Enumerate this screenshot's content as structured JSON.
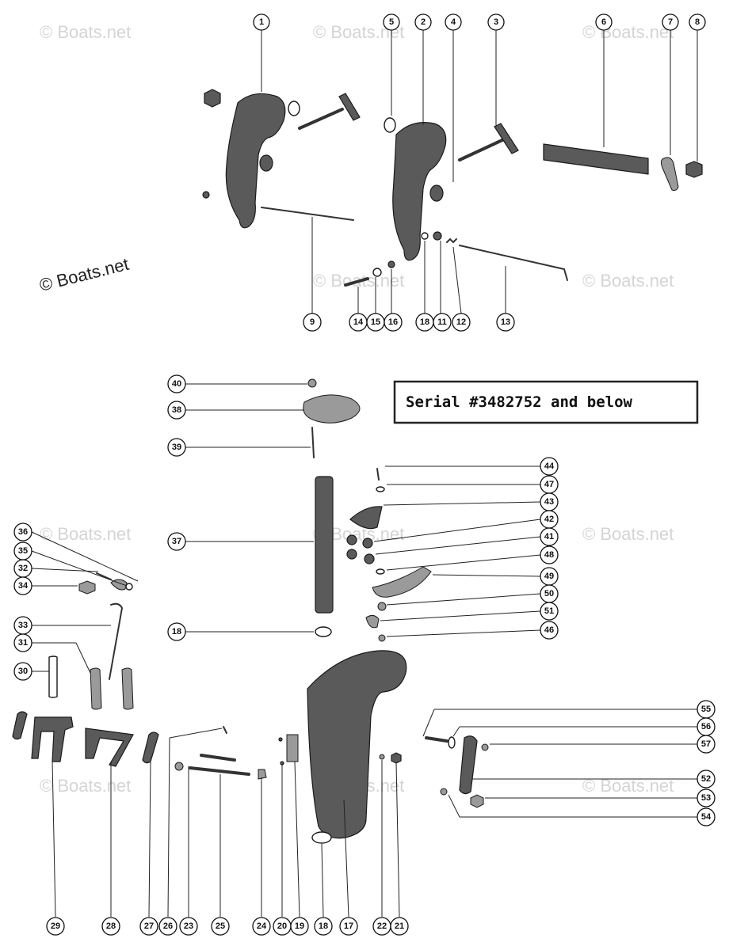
{
  "watermark": "© Boats.net",
  "serial_note": "Serial #3482752 and below",
  "callouts": [
    {
      "n": "1"
    },
    {
      "n": "2"
    },
    {
      "n": "3"
    },
    {
      "n": "4"
    },
    {
      "n": "5"
    },
    {
      "n": "6"
    },
    {
      "n": "7"
    },
    {
      "n": "8"
    },
    {
      "n": "9"
    },
    {
      "n": "14"
    },
    {
      "n": "15"
    },
    {
      "n": "16"
    },
    {
      "n": "18"
    },
    {
      "n": "11"
    },
    {
      "n": "12"
    },
    {
      "n": "13"
    },
    {
      "n": "40"
    },
    {
      "n": "38"
    },
    {
      "n": "39"
    },
    {
      "n": "37"
    },
    {
      "n": "18"
    },
    {
      "n": "44"
    },
    {
      "n": "47"
    },
    {
      "n": "43"
    },
    {
      "n": "42"
    },
    {
      "n": "41"
    },
    {
      "n": "48"
    },
    {
      "n": "49"
    },
    {
      "n": "50"
    },
    {
      "n": "51"
    },
    {
      "n": "46"
    },
    {
      "n": "36"
    },
    {
      "n": "35"
    },
    {
      "n": "32"
    },
    {
      "n": "34"
    },
    {
      "n": "33"
    },
    {
      "n": "31"
    },
    {
      "n": "30"
    },
    {
      "n": "55"
    },
    {
      "n": "56"
    },
    {
      "n": "57"
    },
    {
      "n": "52"
    },
    {
      "n": "53"
    },
    {
      "n": "54"
    },
    {
      "n": "29"
    },
    {
      "n": "28"
    },
    {
      "n": "27"
    },
    {
      "n": "26"
    },
    {
      "n": "23"
    },
    {
      "n": "25"
    },
    {
      "n": "24"
    },
    {
      "n": "20"
    },
    {
      "n": "19"
    },
    {
      "n": "18"
    },
    {
      "n": "17"
    },
    {
      "n": "22"
    },
    {
      "n": "21"
    }
  ]
}
